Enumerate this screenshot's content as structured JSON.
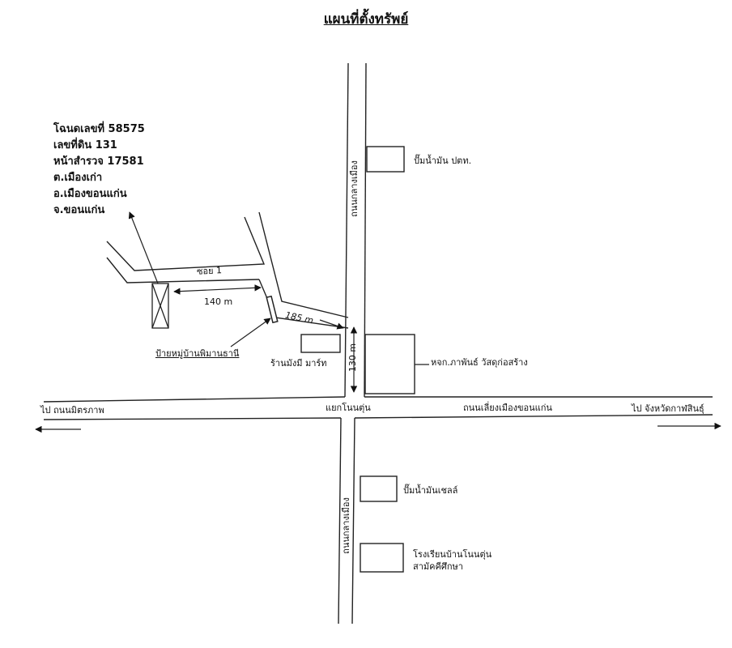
{
  "title": "แผนที่ตั้งทรัพย์",
  "deed": {
    "lines": [
      "โฉนดเลขที่ 58575",
      "เลขที่ดิน 131",
      "หน้าสำรวจ 17581",
      "ต.เมืองเก่า",
      "อ.เมืองขอนแก่น",
      "จ.ขอนแก่น"
    ]
  },
  "roads": {
    "main_vertical_north": "ถนนกลางเมือง",
    "main_vertical_south": "ถนนกลางเมือง",
    "main_horizontal": "ถนนเลี่ยงเมืองขอนแก่น",
    "soi": "ซอย 1"
  },
  "intersection": "แยกโนนตุ่น",
  "directions": {
    "west": "ไป ถนนมิตรภาพ",
    "east": "ไป จังหวัดกาฬสินธุ์"
  },
  "distances": {
    "soi_140": "140 m",
    "road_185": "185 m",
    "road_130": "130 m"
  },
  "landmarks": {
    "ptt": "ปั๊มน้ำมัน ปตท.",
    "mart": "ร้านมังมี มาร์ท",
    "hardware": "หจก.ภาพันธ์ วัสดุก่อสร้าง",
    "shell": "ปั๊มน้ำมันเชลล์",
    "school_line1": "โรงเรียนบ้านโนนตุ่น",
    "school_line2": "สามัคคีศึกษา",
    "village_sign": "ป้ายหมู่บ้านพิมานธานี"
  }
}
